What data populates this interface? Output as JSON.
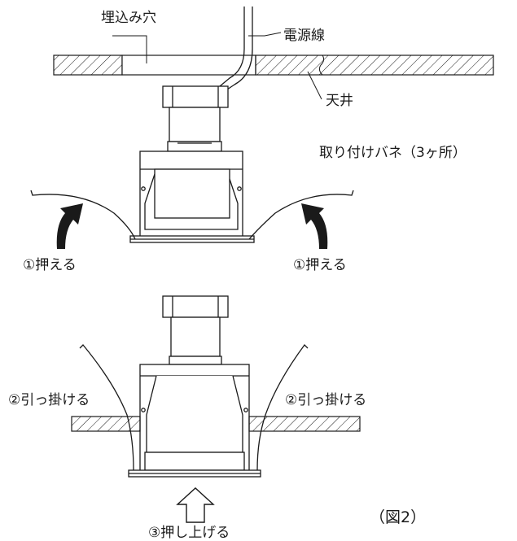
{
  "labels": {
    "hole": "埋込み穴",
    "power_cable": "電源線",
    "ceiling": "天井",
    "spring": "取り付けバネ（3ヶ所）",
    "step1_left": "①押える",
    "step1_right": "①押える",
    "step2_left": "②引っ掛ける",
    "step2_right": "②引っ掛ける",
    "step3": "③押し上げる",
    "figure": "（図2）"
  },
  "colors": {
    "line": "#1a1a1a",
    "background": "#ffffff"
  }
}
